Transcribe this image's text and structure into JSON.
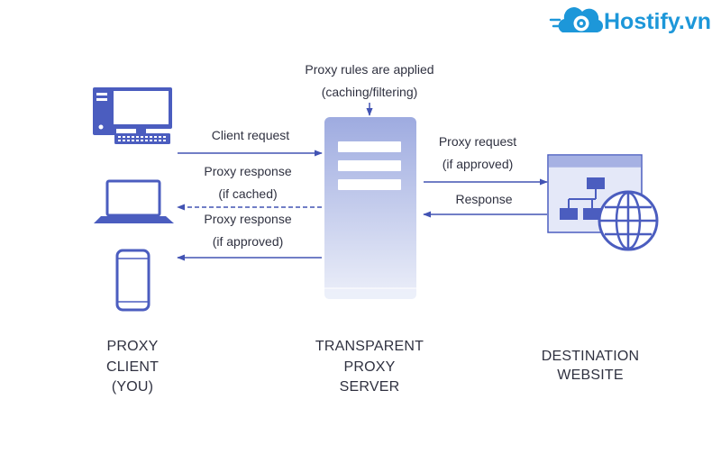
{
  "logo": {
    "text": "Hostify.vn",
    "icon": "cloud-lock-icon"
  },
  "colors": {
    "accent": "#4b5dbf",
    "arrow": "#4253b3",
    "text": "#2f3140",
    "logo": "#1d97d9",
    "server_top": "#9eabe0",
    "server_bottom": "#eceff9",
    "panel": "#e4e8f8",
    "panel_header": "#a6b1e3"
  },
  "server_note": {
    "lines": [
      "Proxy rules are applied",
      "(caching/filtering)"
    ]
  },
  "nodes": {
    "client": {
      "label_lines": [
        "PROXY",
        "CLIENT",
        "(YOU)"
      ],
      "icons": [
        "desktop-computer-icon",
        "laptop-icon",
        "smartphone-icon"
      ]
    },
    "server": {
      "label_lines": [
        "TRANSPARENT",
        "PROXY",
        "SERVER"
      ],
      "icon": "server-icon"
    },
    "destination": {
      "label_lines": [
        "DESTINATION",
        "WEBSITE"
      ],
      "icon": "website-globe-icon"
    }
  },
  "flows": {
    "client_request": {
      "lines": [
        "Client request"
      ]
    },
    "proxy_response_cached": {
      "lines": [
        "Proxy response",
        "(if cached)"
      ]
    },
    "proxy_response_approved": {
      "lines": [
        "Proxy response",
        "(if approved)"
      ]
    },
    "proxy_request": {
      "lines": [
        "Proxy request",
        "(if approved)"
      ]
    },
    "response": {
      "lines": [
        "Response"
      ]
    }
  }
}
